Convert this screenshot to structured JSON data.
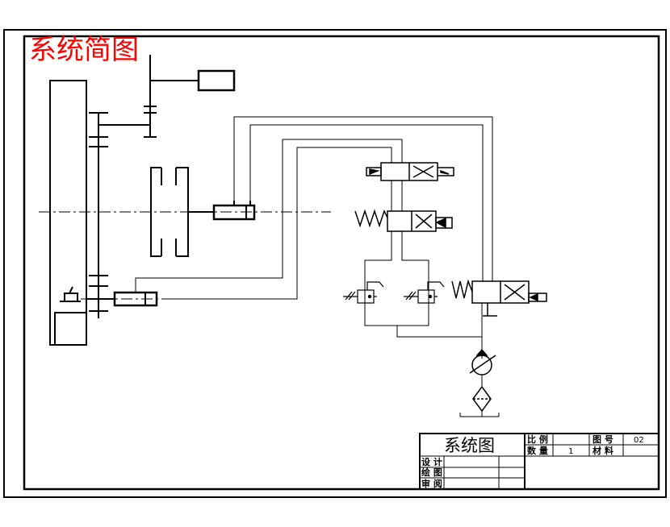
{
  "drawing": {
    "heading": "系统简图",
    "colors": {
      "heading": "#ff0000",
      "lines": "#000000",
      "background": "#ffffff"
    }
  },
  "title_block": {
    "name": "系统图",
    "scale_label": "比 例",
    "quantity_label": "数 量",
    "quantity_value": "1",
    "drawing_no_label": "图 号",
    "drawing_no_value": "02",
    "material_label": "材 料",
    "design_label": "设 计",
    "draw_label": "绘 图",
    "review_label": "审 阅"
  }
}
